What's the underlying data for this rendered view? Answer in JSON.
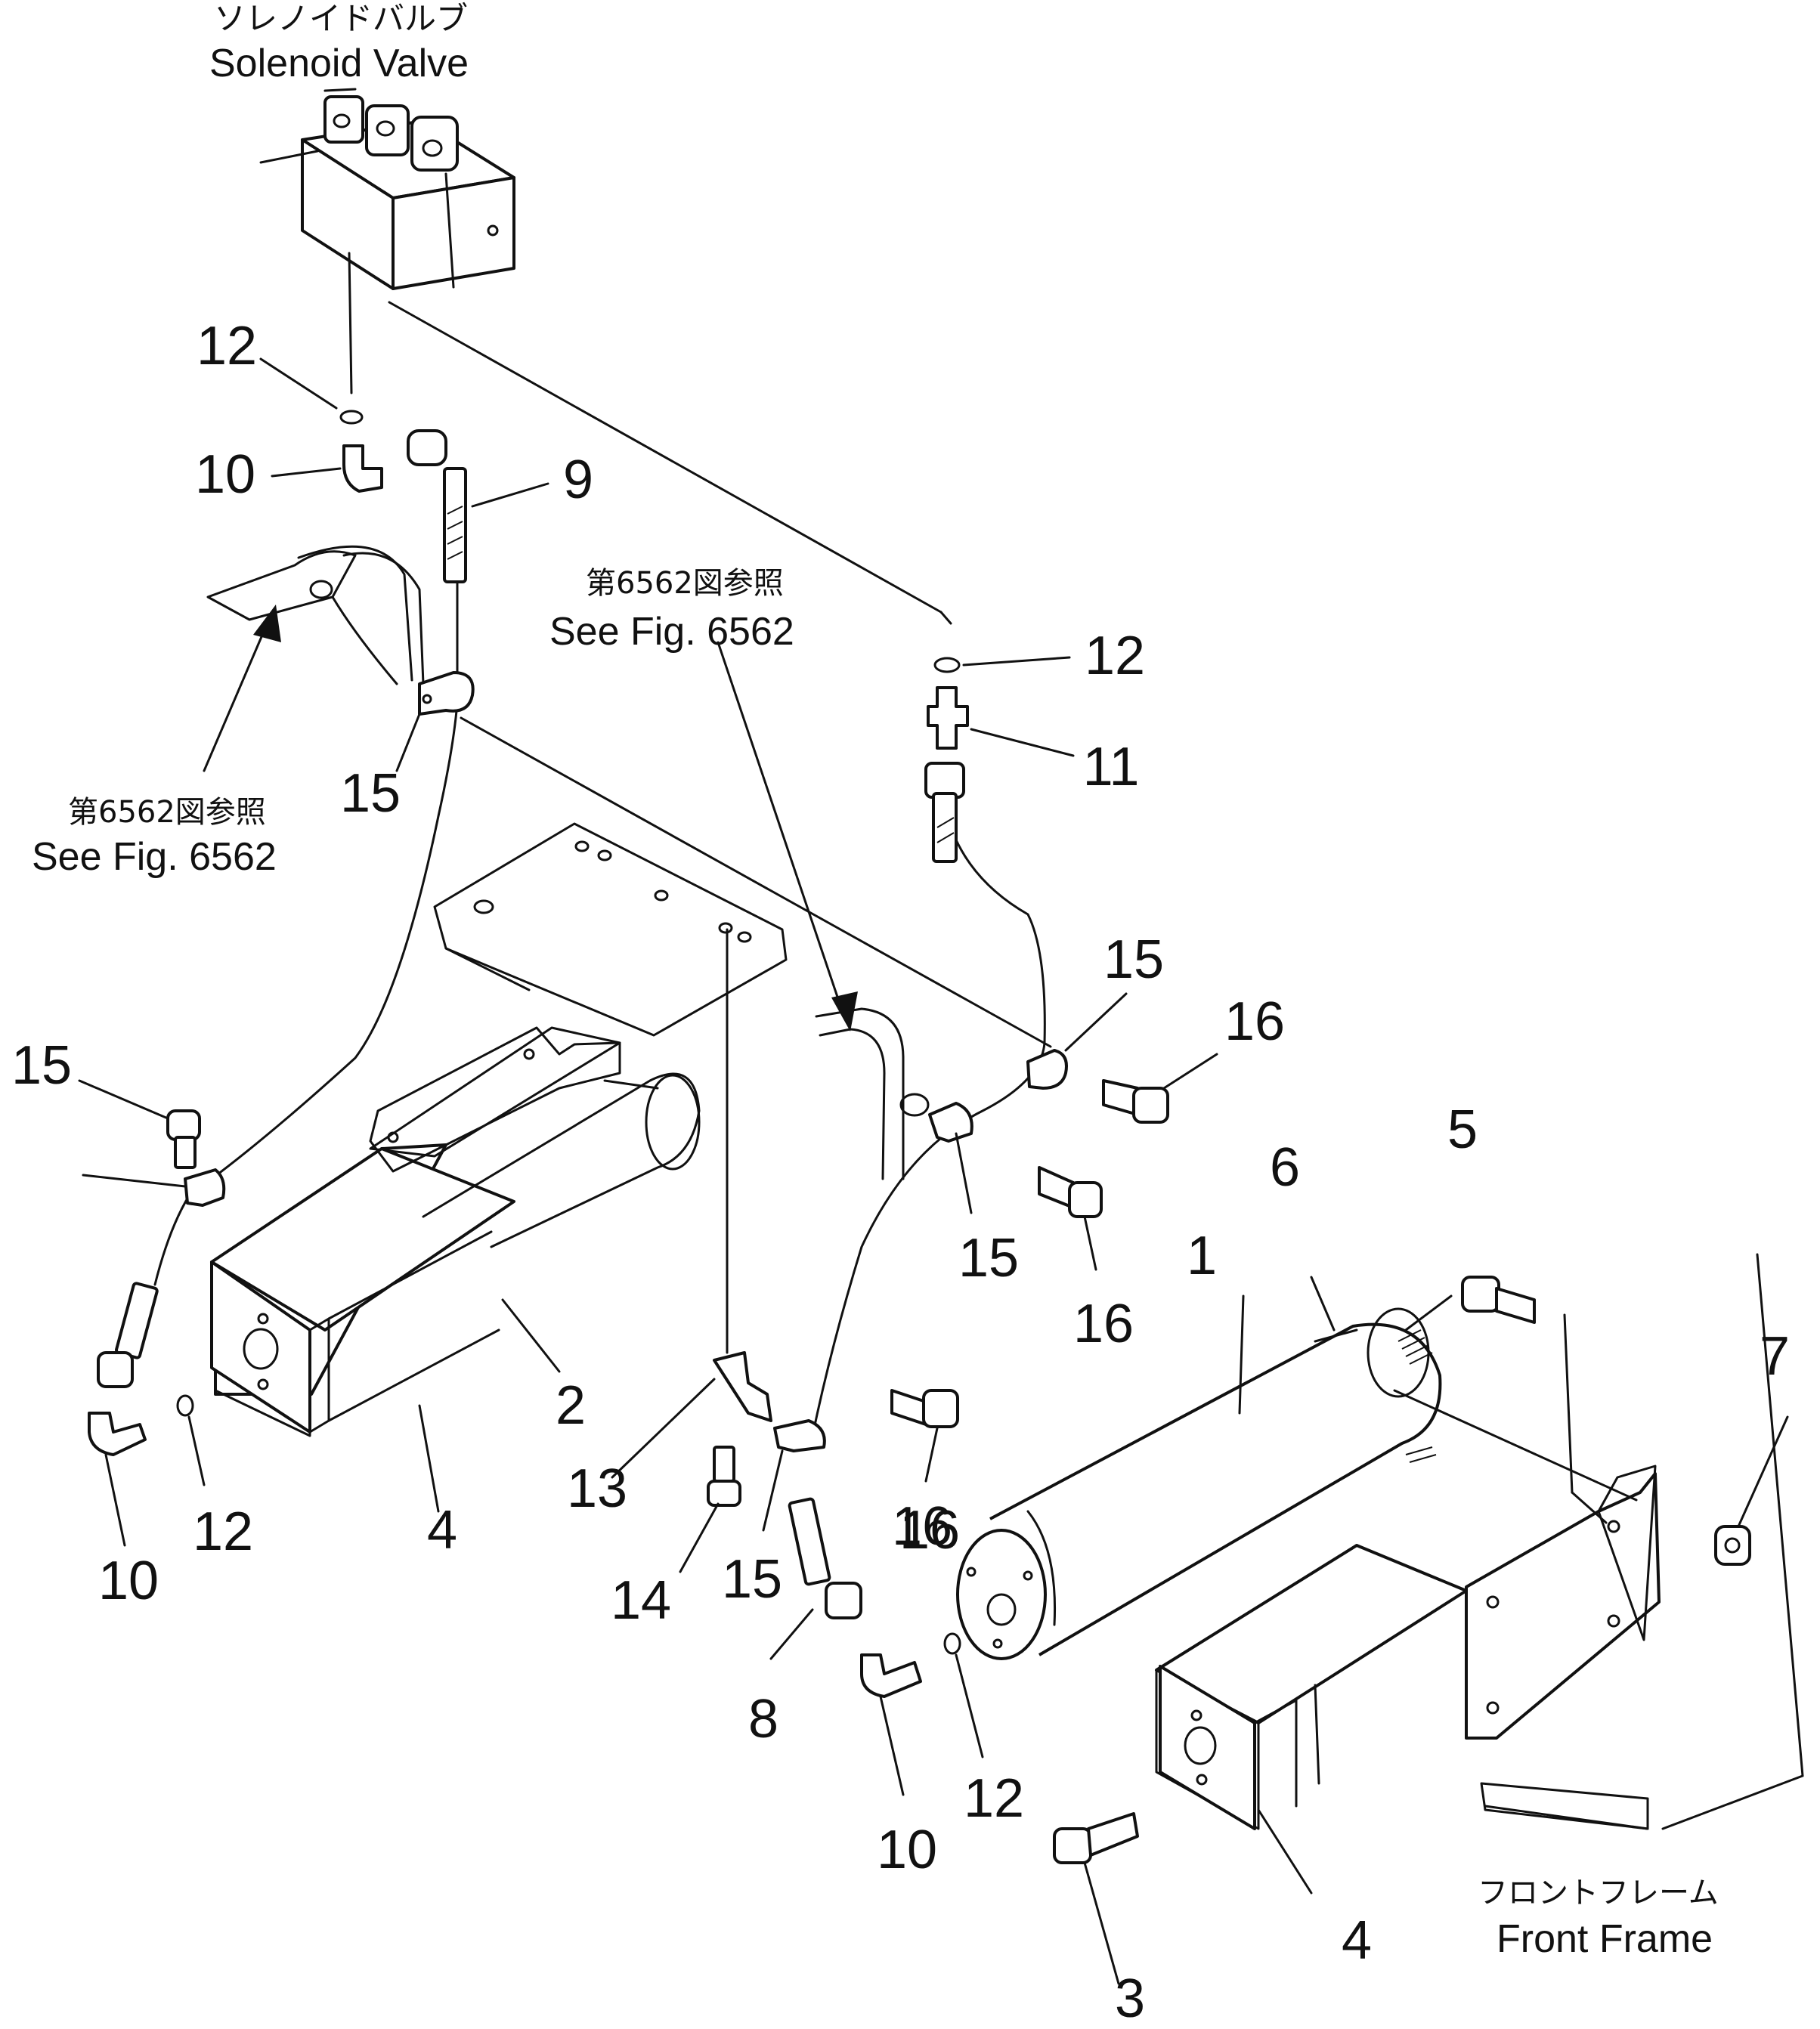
{
  "diagram": {
    "labels": {
      "solenoid_valve_jp": "ソレノイドバルブ",
      "solenoid_valve_en": "Solenoid Valve",
      "see_fig_jp_1": "第6562図参照",
      "see_fig_en_1": "See Fig. 6562",
      "see_fig_jp_2": "第6562図参照",
      "see_fig_en_2": "See Fig. 6562",
      "front_frame_jp": "フロントフレーム",
      "front_frame_en": "Front Frame"
    },
    "part_numbers": [
      "12",
      "10",
      "9",
      "15",
      "12",
      "11",
      "15",
      "16",
      "16",
      "15",
      "15",
      "16",
      "5",
      "6",
      "1",
      "7",
      "2",
      "4",
      "12",
      "10",
      "13",
      "14",
      "15",
      "16",
      "8",
      "10",
      "12",
      "4",
      "3"
    ]
  }
}
